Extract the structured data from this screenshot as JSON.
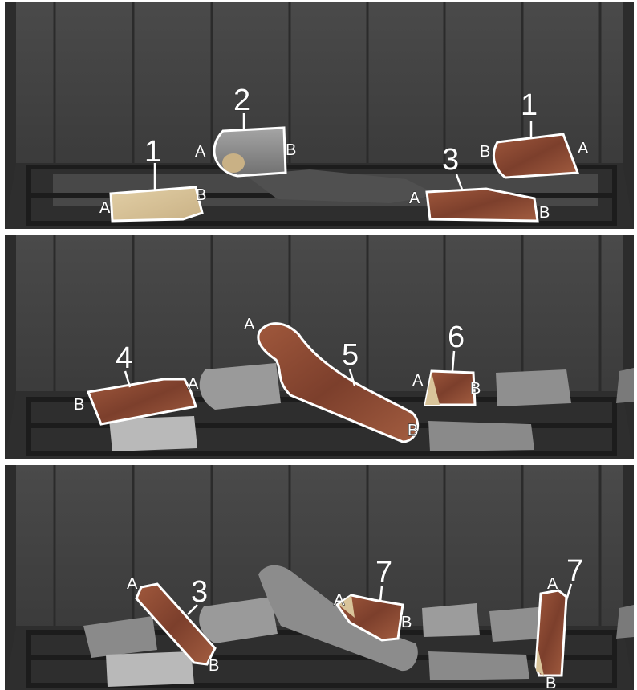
{
  "colors": {
    "highlight_log": "#8b4a32",
    "highlight_log_light": "#d9c49a",
    "outline": "#ffffff",
    "grey_log": "#8a8a8a",
    "firebox_back": "#3e3e3e",
    "grate": "#2a2a2a"
  },
  "panels": [
    {
      "step": "top",
      "logs": [
        {
          "number": "1",
          "end_a": "A",
          "end_b": "B"
        },
        {
          "number": "2",
          "end_a": "A",
          "end_b": "B"
        },
        {
          "number": "3",
          "end_a": "A",
          "end_b": "B"
        },
        {
          "number": "1",
          "end_a": "B",
          "end_b": "A"
        }
      ]
    },
    {
      "step": "middle",
      "logs": [
        {
          "number": "4",
          "end_a": "A",
          "end_b": "B"
        },
        {
          "number": "5",
          "end_a": "A",
          "end_b": "B"
        },
        {
          "number": "6",
          "end_a": "A",
          "end_b": "B"
        }
      ]
    },
    {
      "step": "bottom",
      "logs": [
        {
          "number": "3",
          "end_a": "B",
          "end_b": "A"
        },
        {
          "number": "7",
          "end_a": "A",
          "end_b": "B"
        },
        {
          "number": "7",
          "end_a": "A",
          "end_b": "B"
        }
      ]
    }
  ]
}
